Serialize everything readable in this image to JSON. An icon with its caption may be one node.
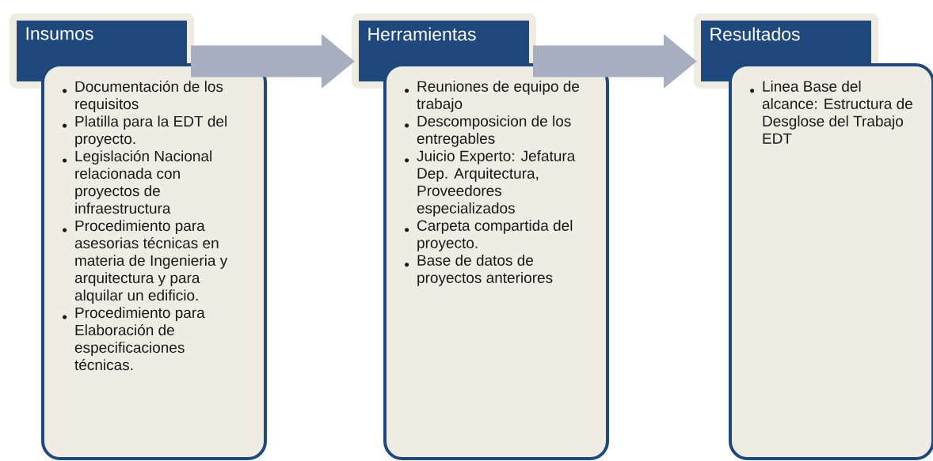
{
  "diagram": {
    "nodes": [
      {
        "text": [
          "Insumos"
        ]
      },
      {
        "text": [
          "Documentación de los requisitos",
          "Platilla para la EDT del proyecto.",
          "Legislación Nacional relacionada con proyectos de infraestructura",
          "Procedimiento para asesorias técnicas en materia de Ingenieria y arquitectura y para alquilar un edificio.",
          "Procedimiento para Elaboración de especificaciones técnicas."
        ]
      },
      {
        "text": [
          "Herramientas"
        ]
      },
      {
        "text": [
          "Reuniones de equipo de trabajo",
          "Descomposicion de los entregables",
          "Juicio Experto: Jefatura Dep. Arquitectura, Proveedores especializados",
          "Carpeta compartida del proyecto.",
          "Base de datos de proyectos anteriores"
        ]
      },
      {
        "text": [
          "Resultados"
        ]
      },
      {
        "text": [
          "Linea Base del alcance: Estructura de Desglose del Trabajo EDT"
        ]
      }
    ],
    "edges": [
      {
        "from": 0,
        "to": 2,
        "arrow": "to"
      },
      {
        "from": 2,
        "to": 4,
        "arrow": "to"
      }
    ]
  }
}
